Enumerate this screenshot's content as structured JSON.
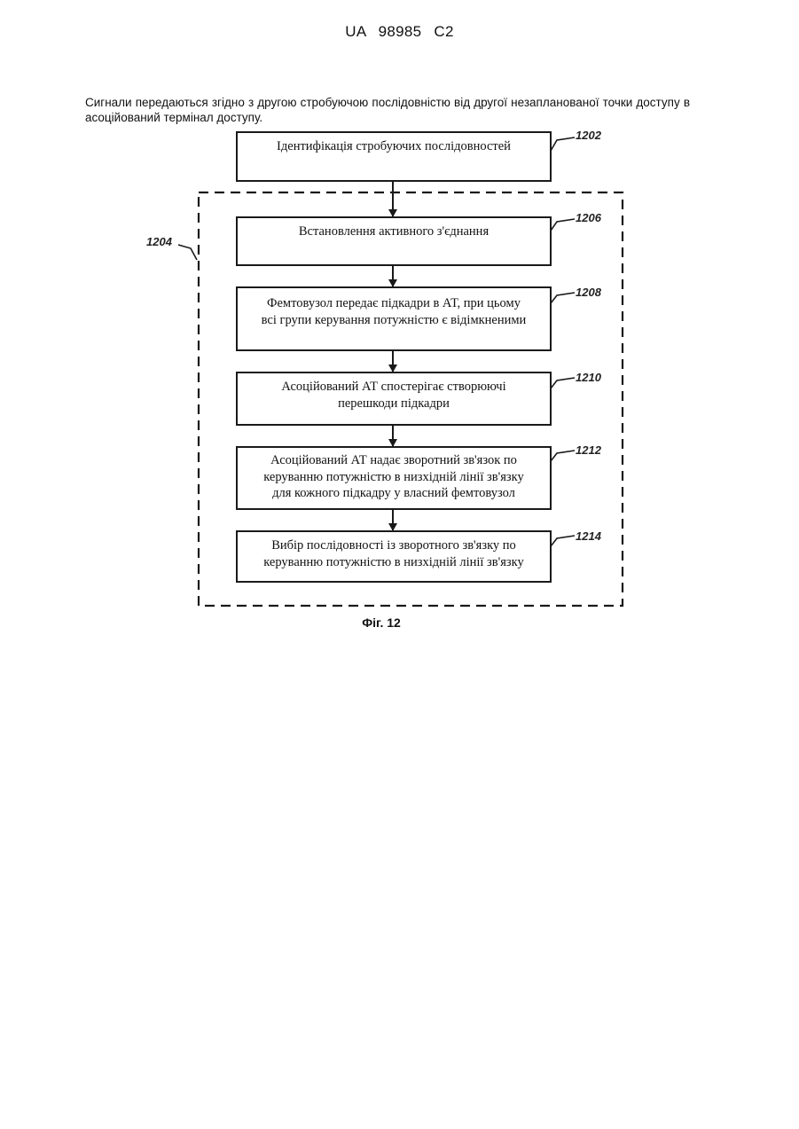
{
  "header": {
    "patent_number": "UA   98985   C2"
  },
  "intro_text": "Сигнали передаються згідно з другою стробуючою послідовністю від другої незапланованої точки доступу в асоційований термінал доступу.",
  "diagram": {
    "boxes": [
      {
        "ref": "1202",
        "text": "Ідентифікація стробуючих послідовностей"
      },
      {
        "ref": "1206",
        "text": "Встановлення активного з'єднання"
      },
      {
        "ref": "1208",
        "line1": "Фемтовузол передає підкадри в АТ, при цьому",
        "line2": "всі групи керування потужністю є відімкненими"
      },
      {
        "ref": "1210",
        "line1": "Асоційований АТ спостерігає створюючі",
        "line2": "перешкоди підкадри"
      },
      {
        "ref": "1212",
        "line1": "Асоційований АТ надає зворотний зв'язок по",
        "line2": "керуванню потужністю в низхідній лінії зв'язку",
        "line3": "для кожного підкадру у власний фемтовузол"
      },
      {
        "ref": "1214",
        "line1": "Вибір послідовності із зворотного зв'язку по",
        "line2": "керуванню потужністю в низхідній лінії зв'язку"
      }
    ],
    "group_ref": "1204"
  },
  "caption": "Фіг. 12"
}
